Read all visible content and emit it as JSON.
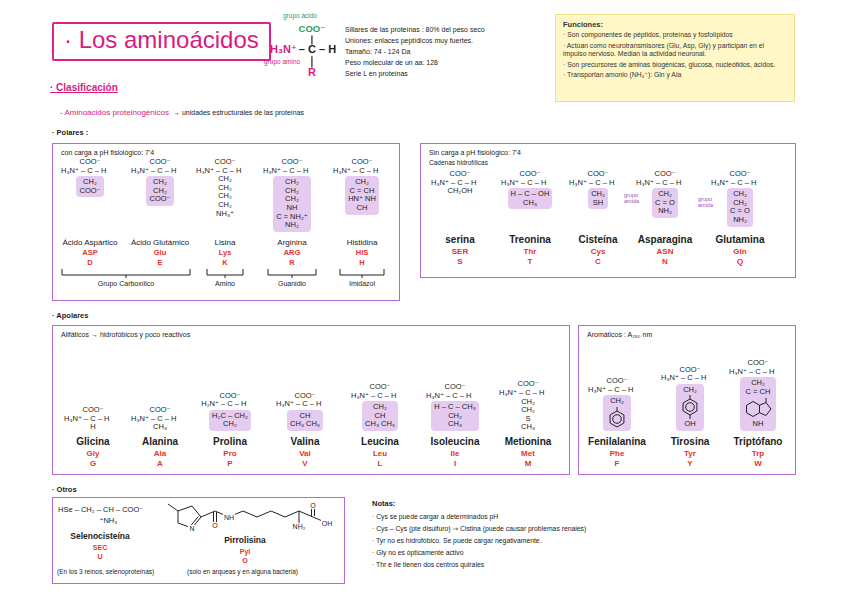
{
  "diagram": {
    "title": "· Los aminoácidos",
    "nodes": [
      {
        "text": [
          "Funciones:",
          "· Son componentes de péptidos, proteínas y fosfolípidos",
          "· Actúan como neurotransmisores (Glu, Asp, Gly) y participan en el impulso nervioso. Median la actividad neuronal.",
          "· Son precursores de aminas biogénicas, glucosa, nucleótidos, ácidos.",
          "· Transportan amonio (NH₄⁺): Gln y Ala"
        ]
      },
      {
        "text": [
          "con carga a pH fisiológico: 7'4"
        ]
      },
      {
        "text": [
          "CH₂",
          "COO⁻"
        ],
        "in": 1
      },
      {
        "text": [
          "CH₂",
          "CH₂",
          "COO⁻"
        ],
        "in": 1
      },
      {
        "text": [
          "CH₂",
          "CH₂",
          "CH₂",
          "NH",
          "C = NH₂⁺",
          "NH₂"
        ],
        "in": 1
      },
      {
        "text": [
          "CH₂",
          "C = CH",
          "HN⁺ NH",
          "CH"
        ],
        "in": 1
      },
      {
        "text": [
          "Sin carga a pH fisiológico: 7'4",
          "Cadenas hidrofílicas"
        ]
      },
      {
        "text": [
          "H – C – OH",
          "CH₃"
        ],
        "in": 6
      },
      {
        "text": [
          "CH₂",
          "SH"
        ],
        "in": 6
      },
      {
        "text": [
          "CH₂",
          "C = O",
          "NH₂"
        ],
        "in": 6
      },
      {
        "text": [
          "CH₂",
          "CH₂",
          "C = O",
          "NH₂"
        ],
        "in": 6
      },
      {
        "text": [
          "Alifáticos → hidrofóbicos y poco reactivos"
        ]
      },
      {
        "text": [
          "H₂C – CH₂",
          "CH₂"
        ],
        "in": 11
      },
      {
        "text": [
          "CH",
          "CH₃ CH₃"
        ],
        "in": 11
      },
      {
        "text": [
          "CH₂",
          "CH",
          "CH₃ CH₃"
        ],
        "in": 11
      },
      {
        "text": [
          "H – C – CH₃",
          "CH₂",
          "CH₃"
        ],
        "in": 11
      },
      {
        "text": [
          "Aromáticos : A₂₈₀ nm"
        ]
      },
      {
        "text": [
          "CH₂"
        ],
        "in": 16
      },
      {
        "text": [
          "CH₂",
          "OH"
        ],
        "in": 16
      },
      {
        "text": [
          "CH₂",
          "C = CH",
          "NH"
        ],
        "in": 16
      },
      {
        "text": [
          "(En los 3 reinos, selenoproteínas)",
          "(solo en arqueas y en alguna bacteria)"
        ]
      }
    ],
    "labels": [
      "grupo ácido",
      "COO⁻",
      "H₃N⁺",
      "– C – H",
      "grupo amino",
      "R",
      "Sillares de las proteínas : 80% del peso seco",
      "Uniones: enlaces peptídicos muy fuertes.",
      "Tamaño: 74 - 124 Da",
      "Peso molecular de un aa: 128",
      "Serie L en proteínas",
      "· Clasificación",
      "- Aminoácidos proteinogénicos",
      "→ unidades estructurales de las proteínas",
      "· Polares :",
      "COO⁻",
      "H₃N⁺ – C – H",
      "Ácido Aspártico",
      "ASP",
      "D",
      "COO⁻",
      "H₃N⁺ – C – H",
      "Ácido Glutámico",
      "Glu",
      "E",
      "COO⁻",
      "H₃N⁺ – C – H",
      "CH₂",
      "CH₂",
      "CH₂",
      "CH₂",
      "NH₃⁺",
      "Lisina",
      "Lys",
      "K",
      "COO⁻",
      "H₃N⁺ – C – H",
      "Arginina",
      "ARG",
      "R",
      "COO⁻",
      "H₃N⁺ – C – H",
      "Histidina",
      "HIS",
      "H",
      "Grupo Carboxílico",
      "Amino",
      "Guanidio",
      "Imidazol",
      "COO⁻",
      "H₃N⁺ – C – H",
      "CH₂OH",
      "serina",
      "SER",
      "S",
      "COO⁻",
      "H₃N⁺ – C – H",
      "Treonina",
      "Thr",
      "T",
      "COO⁻",
      "H₃N⁺ – C – H",
      "Cisteína",
      "Cys",
      "C",
      "COO⁻",
      "H₃N⁺ – C – H",
      "Asparagina",
      "ASN",
      "N",
      "grupo amida",
      "COO⁻",
      "H₃N⁺ – C – H",
      "Glutamina",
      "Gln",
      "Q",
      "grupo amida",
      "· Apolares",
      "COO⁻",
      "H₃N⁺ – C – H",
      "H",
      "Glicina",
      "Gly",
      "G",
      "COO⁻",
      "H₃N⁺ – C – H",
      "CH₃",
      "Alanina",
      "Ala",
      "A",
      "COO⁻",
      "H₂N⁺ – C – H",
      "Prolina",
      "Pro",
      "P",
      "COO⁻",
      "H₃N⁺ – C – H",
      "Valina",
      "Val",
      "V",
      "COO⁻",
      "H₃N⁺ – C – H",
      "Leucina",
      "Leu",
      "L",
      "COO⁻",
      "H₃N⁺ – C – H",
      "Isoleucina",
      "Ile",
      "I",
      "COO⁻",
      "H₃N⁺ – C – H",
      "CH₂",
      "CH₂",
      "S",
      "CH₃",
      "Metionina",
      "Met",
      "M",
      "COO⁻",
      "H₃N⁺ – C – H",
      "Fenilalanina",
      "Phe",
      "F",
      "COO⁻",
      "H₃N⁺ – C – H",
      "Tirosina",
      "Tyr",
      "Y",
      "COO⁻",
      "H₃N⁺ – C – H",
      "Triptófano",
      "Trp",
      "W",
      "· Otros",
      "HSe – CH₂ – CH – COO⁻",
      "⁺NH₃",
      "Selenocisteína",
      "SEC",
      "U",
      "N",
      "O",
      "NH",
      "NH₂",
      "O",
      "OH",
      "Pirrolisina",
      "Pyl",
      "O",
      "Notas:",
      "· Cys se puede cargar a determinados pH",
      "· Cys – Cys (pte disulfuro) ⇒ Cistina (puede causar problemas renales)",
      "· Tyr no es hidrofóbico. Se puede cargar negativamente.",
      "· Gly no es ópticamente activo",
      "· Thr e Ile tienen dos centros quirales"
    ]
  }
}
